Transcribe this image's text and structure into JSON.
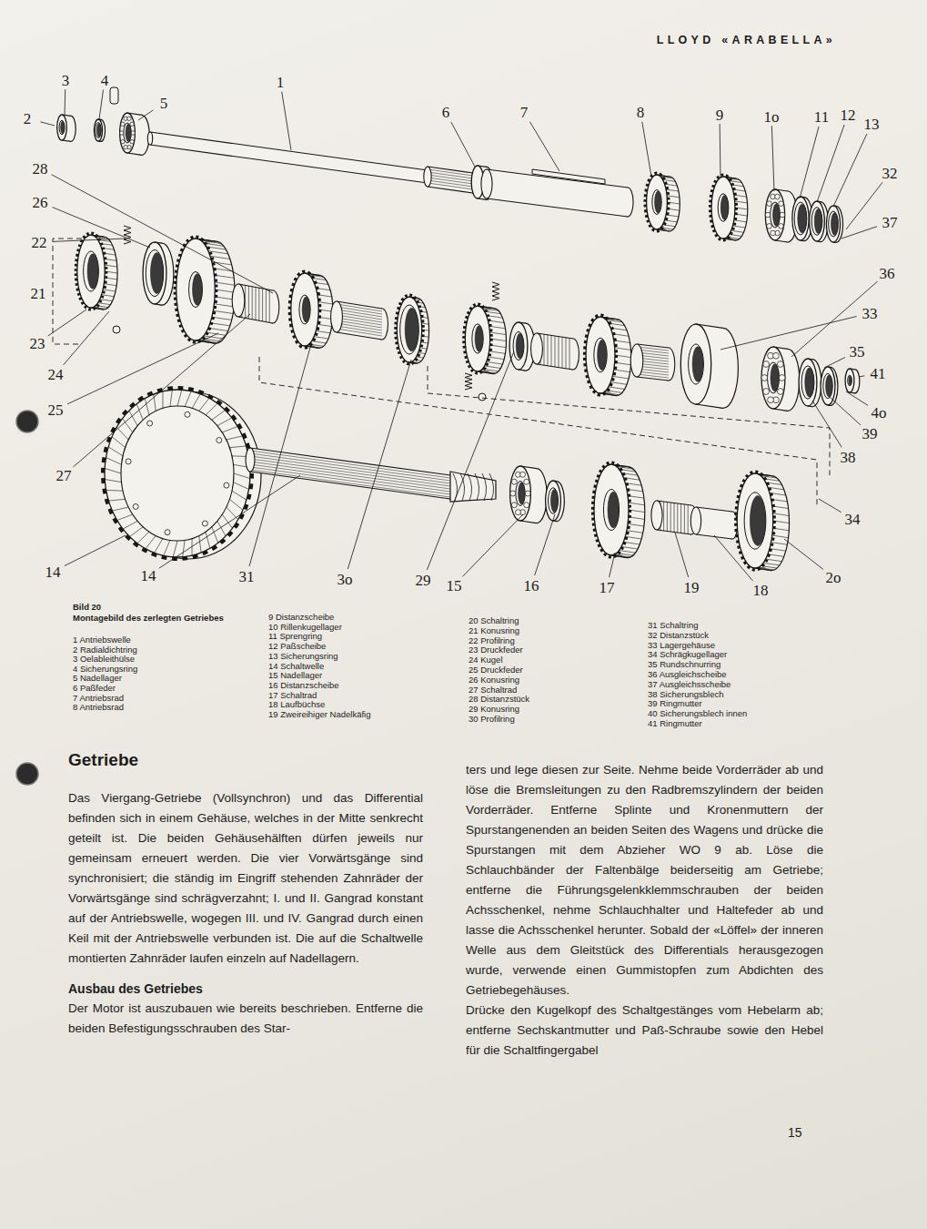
{
  "diagram": {
    "title": "Getriebe",
    "caption": "Bild 20",
    "labels": [
      "LLOYD «ARABELLA»",
      "3",
      "4",
      "5",
      "1",
      "2",
      "6",
      "7",
      "8",
      "9",
      "1o",
      "11",
      "12",
      "13",
      "28",
      "26",
      "22",
      "21",
      "23",
      "24",
      "25",
      "27",
      "32",
      "37",
      "36",
      "33",
      "35",
      "41",
      "4o",
      "39",
      "38",
      "34",
      "14",
      "14",
      "31",
      "3o",
      "29",
      "15",
      "16",
      "17",
      "19",
      "18",
      "2o",
      "Montagebild des zerlegten Getriebes",
      "1 Antriebswelle",
      "2 Radialdichtring",
      "3 Oelableithülse",
      "4 Sicherungsring",
      "5 Nadellager",
      "6 Paßfeder",
      "7 Antriebsrad",
      "8 Antriebsrad",
      "9 Distanzscheibe",
      "10 Rillenkugellager",
      "11 Sprengring",
      "12 Paßscheibe",
      "13 Sicherungsring",
      "14 Schaltwelle",
      "15 Nadellager",
      "16 Distanzscheibe",
      "17 Schaltrad",
      "18 Laufbüchse",
      "19 Zweireihiger Nadelkäfig",
      "20 Schaltring",
      "21 Konusring",
      "22 Profilring",
      "23 Druckfeder",
      "24 Kugel",
      "25 Druckfeder",
      "26 Konusring",
      "27 Schaltrad",
      "28 Distanzstück",
      "29 Konusring",
      "30 Profilring",
      "31 Schaltring",
      "32 Distanzstück",
      "33 Lagergehäuse",
      "34 Schrägkugellager",
      "35 Rundschnurring",
      "36 Ausgleichscheibe",
      "37 Ausgleichsscheibe",
      "38 Sicherungsblech",
      "39 Ringmutter",
      "40 Sicherungsblech innen",
      "41 Ringmutter",
      "Das Viergang-Getriebe (Vollsynchron) und das Differential befinden sich in einem Gehäuse, welches in der Mitte senkrecht geteilt ist. Die beiden Gehäusehälften dürfen jeweils nur gemeinsam erneuert werden. Die vier Vorwärtsgänge sind synchronisiert; die ständig im Eingriff stehenden Zahnräder der Vorwärtsgänge sind schrägverzahnt; I. und II. Gangrad konstant auf der Antriebswelle, wogegen III. und IV. Gangrad durch einen Keil mit der Antriebswelle verbunden ist. Die auf die Schaltwelle montierten Zahnräder laufen einzeln auf Nadellagern.",
      "Ausbau des Getriebes",
      "Der Motor ist auszubauen wie bereits beschrieben. Entferne die beiden Befestigungsschrauben des Star-",
      "ters und lege diesen zur Seite. Nehme beide Vorderräder ab und löse die Bremsleitungen zu den Radbremszylindern der beiden Vorderräder. Entferne Splinte und Kronenmuttern der Spurstangenenden an beiden Seiten des Wagens und drücke die Spurstangen mit dem Abzieher WO 9 ab. Löse die Schlauchbänder der Faltenbälge beiderseitig am Getriebe; entferne die Führungsgelenkklemmschrauben der beiden Achsschenkel, nehme Schlauchhalter und Haltefeder ab und lasse die Achsschenkel herunter. Sobald der «Löffel» der inneren Welle aus dem Gleitstück des Differentials herausgezogen wurde, verwende einen Gummistopfen zum Abdichten des Getriebegehäuses.",
      "Drücke den Kugelkopf des Schaltgestänges vom Hebelarm ab; entferne Sechskantmutter und Paß-Schraube sowie den Hebel für die Schaltfingergabel",
      "15"
    ]
  }
}
